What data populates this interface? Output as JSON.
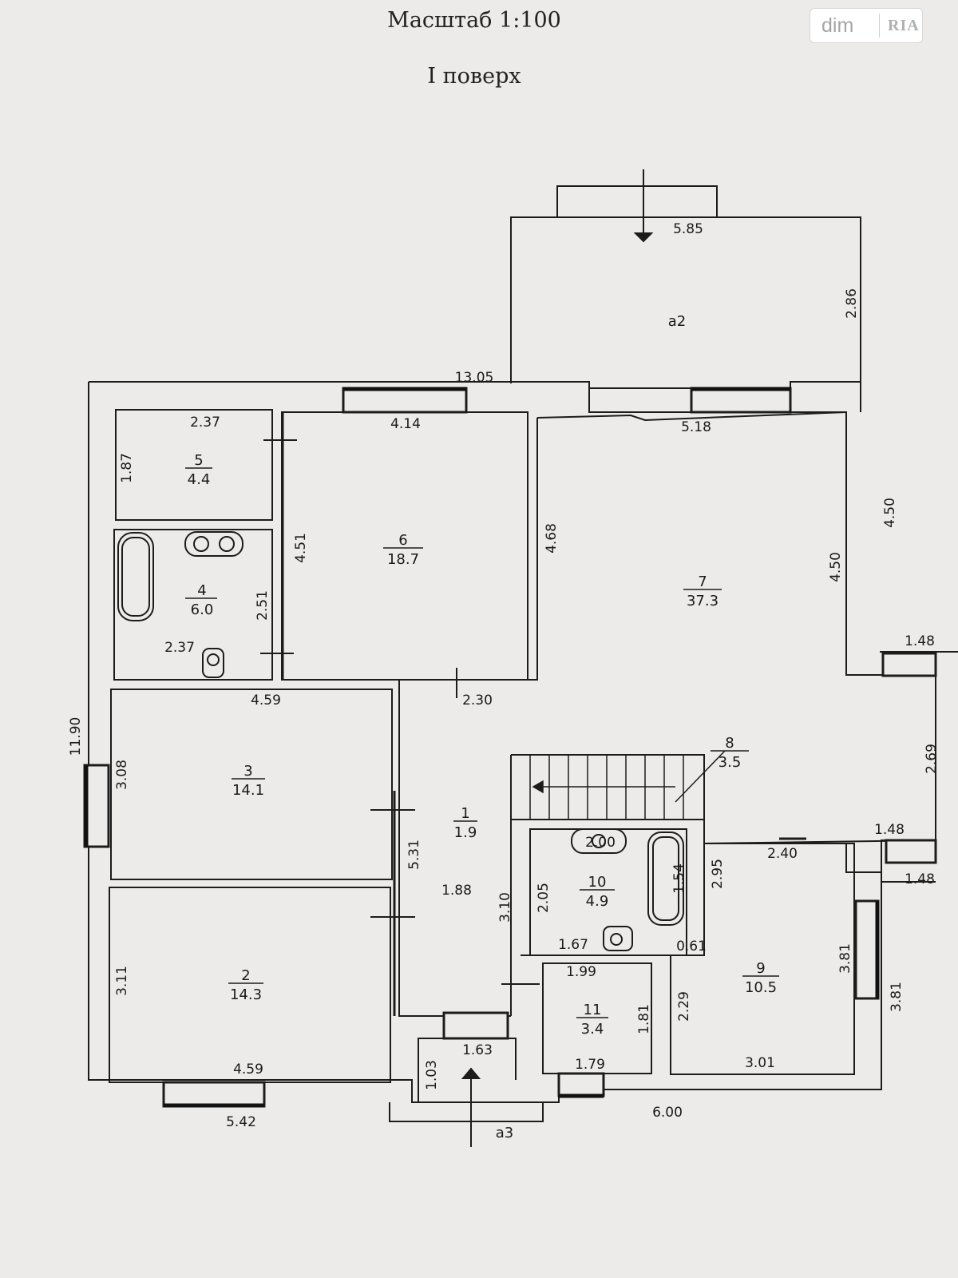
{
  "header": {
    "scale": "Масштаб 1:100",
    "floor": "І поверх"
  },
  "watermark": {
    "brand_left": "dim",
    "brand_right": "RIA"
  },
  "rooms": [
    {
      "id": "room-1",
      "number": "1",
      "area": "1.9"
    },
    {
      "id": "room-2",
      "number": "2",
      "area": "14.3"
    },
    {
      "id": "room-3",
      "number": "3",
      "area": "14.1"
    },
    {
      "id": "room-4",
      "number": "4",
      "area": "6.0"
    },
    {
      "id": "room-5",
      "number": "5",
      "area": "4.4"
    },
    {
      "id": "room-6",
      "number": "6",
      "area": "18.7"
    },
    {
      "id": "room-7",
      "number": "7",
      "area": "37.3"
    },
    {
      "id": "room-8",
      "number": "8",
      "area": "3.5"
    },
    {
      "id": "room-9",
      "number": "9",
      "area": "10.5"
    },
    {
      "id": "room-10",
      "number": "10",
      "area": "4.9"
    },
    {
      "id": "room-11",
      "number": "11",
      "area": "3.4"
    }
  ],
  "terraces": {
    "a2": "а2",
    "a3": "а3"
  },
  "dimensions": {
    "terrace_width": "5.85",
    "terrace_depth": "2.86",
    "total_width": "13.05",
    "total_height": "11.90",
    "r5_width": "2.37",
    "r5_height": "1.87",
    "r6_width": "4.14",
    "r6_height": "4.51",
    "r7_width": "5.18",
    "r7_height": "4.50",
    "r7_outer": "4.50",
    "r6_right": "4.68",
    "r4_height": "2.51",
    "r4_width": "2.37",
    "r3_width": "4.59",
    "r3_height": "3.08",
    "door_corridor": "2.30",
    "right_wall": "1.48",
    "r8_height": "2.69",
    "r8_bottom": "1.48",
    "r9_top": "2.40",
    "r9_left_wall": "1.48",
    "corridor_length": "5.31",
    "r1_width": "1.88",
    "r10_height": "3.10",
    "r10_inner": "2.05",
    "r10_top": "2.00",
    "r10_tub": "1.54",
    "r10_bottom": "1.67",
    "r9_upper": "2.95",
    "r9_step": "0.61",
    "r9_height": "3.81",
    "r9_outer": "3.81",
    "r9_lower": "2.29",
    "r9_width": "3.01",
    "r11_width": "1.99",
    "r11_height": "1.81",
    "r11_bottom": "1.79",
    "r2_height": "3.11",
    "r2_width": "4.59",
    "porch_width": "1.63",
    "porch_depth": "1.03",
    "bottom_left": "5.42",
    "bottom_right": "6.00"
  }
}
